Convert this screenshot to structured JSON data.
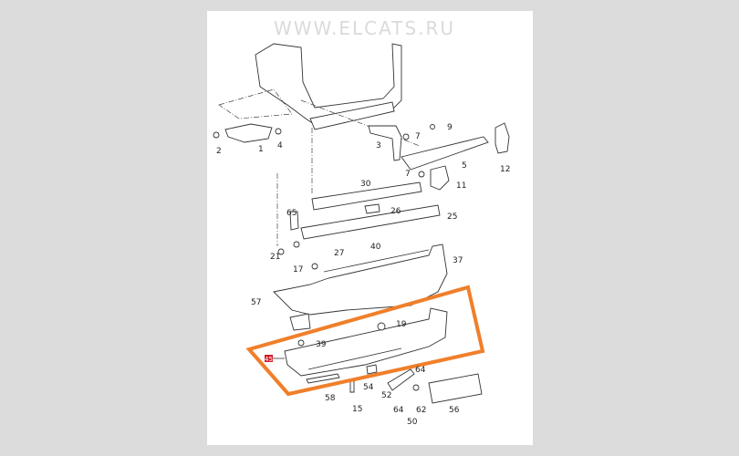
{
  "diagram": {
    "watermark": "WWW.ELCATS.RU",
    "highlight_color": "#f07f2a",
    "highlighted_label": "45",
    "highlight_label_color": "#d01c2a",
    "labels": [
      "1",
      "2",
      "3",
      "4",
      "5",
      "7",
      "7",
      "9",
      "11",
      "12",
      "15",
      "17",
      "19",
      "21",
      "25",
      "26",
      "27",
      "30",
      "37",
      "39",
      "40",
      "50",
      "52",
      "54",
      "56",
      "57",
      "58",
      "62",
      "64",
      "64",
      "65"
    ]
  }
}
